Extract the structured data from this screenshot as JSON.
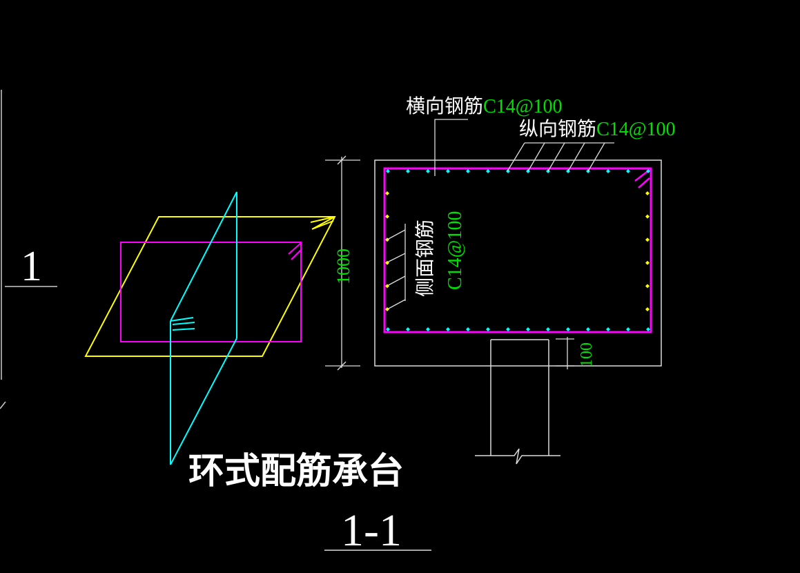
{
  "section_marker": {
    "number": "1"
  },
  "labels": {
    "transverse": {
      "name": "横向钢筋",
      "spec": "C14@100"
    },
    "longitudinal": {
      "name": "纵向钢筋",
      "spec": "C14@100"
    },
    "side": {
      "name": "侧面钢筋",
      "spec": "C14@100"
    }
  },
  "dimensions": {
    "height": "1000",
    "pier_embed": "100"
  },
  "title": "环式配筋承台",
  "section_title": "1-1",
  "colors": {
    "background": "#000000",
    "yellow": "#ffff00",
    "magenta": "#ff00ff",
    "cyan": "#00ffff",
    "green": "#00e000",
    "white": "#ffffff"
  }
}
